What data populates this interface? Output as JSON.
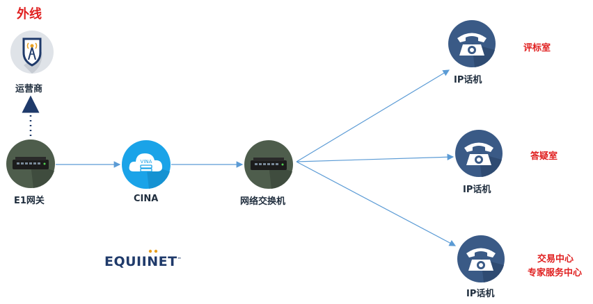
{
  "title": "外线",
  "nodes": {
    "carrier": {
      "label": "运营商"
    },
    "gateway": {
      "label": "E1网关"
    },
    "cina": {
      "label": "CINA",
      "badge": "VINA"
    },
    "switch": {
      "label": "网络交换机"
    },
    "phone1": {
      "label": "IP话机"
    },
    "phone2": {
      "label": "IP话机"
    },
    "phone3": {
      "label": "IP话机"
    }
  },
  "rooms": {
    "room1": "评标室",
    "room2": "答疑室",
    "room3_line1": "交易中心",
    "room3_line2": "专家服务中心"
  },
  "logo": {
    "text": "EQUIINET",
    "tm": "™"
  },
  "colors": {
    "accent": "#e02020",
    "link": "#5b9bd5",
    "phone_circle": "#3a5a86",
    "cloud_circle": "#1aa3e8"
  }
}
